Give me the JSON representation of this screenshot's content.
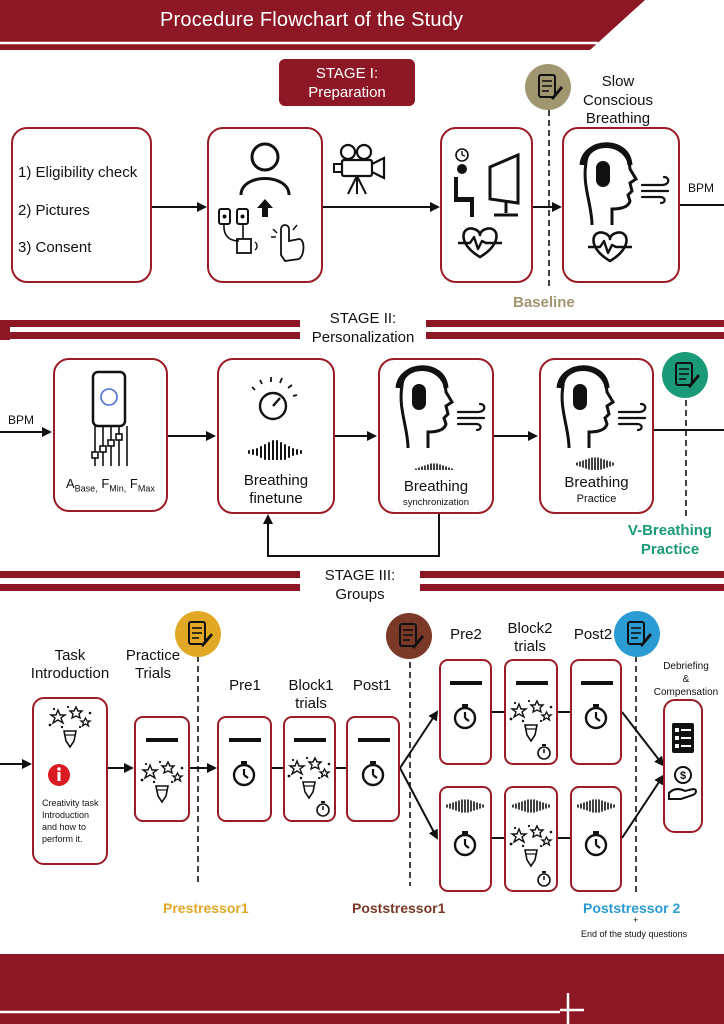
{
  "header": {
    "title": "Procedure Flowchart of the Study"
  },
  "colors": {
    "maroon": "#8e1726",
    "baseline": "#a09670",
    "v_breathing": "#1a9a78",
    "prestressor": "#e0a824",
    "poststressor1": "#7a3826",
    "poststressor2": "#2a9bd3"
  },
  "stage1": {
    "title_line1": "STAGE I:",
    "title_line2": "Preparation",
    "checklist": [
      "1) Eligibility check",
      "2) Pictures",
      "3) Consent"
    ],
    "slow_breathing": [
      "Slow",
      "Conscious",
      "Breathing"
    ],
    "bpm": "BPM",
    "baseline": "Baseline"
  },
  "stage2": {
    "title_line1": "STAGE II:",
    "title_line2": "Personalization",
    "bpm": "BPM",
    "params": {
      "a": "A",
      "a_sub": "Base,",
      "f1": "F",
      "f1_sub": "Min,",
      "f2": "F",
      "f2_sub": "Max"
    },
    "finetune": [
      "Breathing",
      "finetune"
    ],
    "sync": [
      "Breathing",
      "synchronization"
    ],
    "practice": [
      "Breathing",
      "Practice"
    ],
    "v_breathing": [
      "V-Breathing",
      "Practice"
    ]
  },
  "stage3": {
    "title_line1": "STAGE III:",
    "title_line2": "Groups",
    "task_intro": [
      "Task",
      "Introduction"
    ],
    "creativity_note": [
      "Creativity task",
      "Introduction",
      "and how to",
      "perform it."
    ],
    "practice_trials": [
      "Practice",
      "Trials"
    ],
    "pre1": "Pre1",
    "block1": [
      "Block1",
      "trials"
    ],
    "post1": "Post1",
    "pre2": "Pre2",
    "block2": [
      "Block2",
      "trials"
    ],
    "post2": "Post2",
    "debrief": [
      "Debriefing",
      "&",
      "Compensation"
    ],
    "prestressor1": "Prestressor1",
    "poststressor1": "Poststressor1",
    "poststressor2": "Poststressor 2",
    "plus": "+",
    "end_questions": "End of the study questions"
  },
  "icons": [
    "video-camera-icon",
    "person-upload-icon",
    "electrode-icon",
    "finger-sensor-icon",
    "desk-chair-icon",
    "monitor-icon",
    "clock-icon",
    "heart-pulse-icon",
    "head-headphones-icon",
    "wind-icon",
    "mixer-device-icon",
    "slider-icon",
    "dial-icon",
    "waveform-icon",
    "questionnaire-icon",
    "stars-pencil-icon",
    "info-icon",
    "stopwatch-icon",
    "checklist-icon",
    "money-hand-icon"
  ]
}
